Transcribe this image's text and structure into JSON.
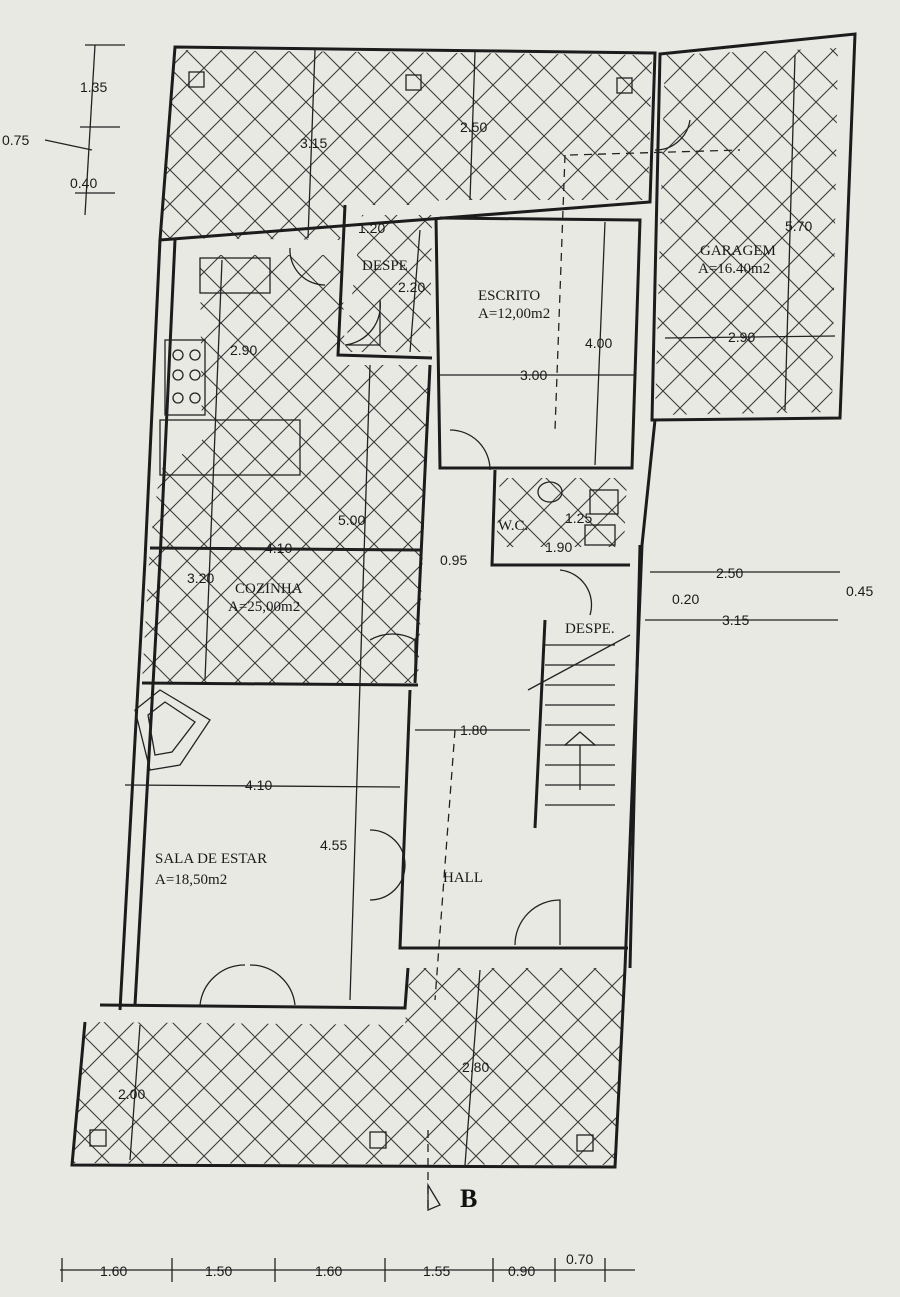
{
  "rooms": {
    "garagem": {
      "name": "GARAGEM",
      "area": "A=16.40m2"
    },
    "escritorio": {
      "name": "ESCRITO",
      "area": "A=12,00m2"
    },
    "cozinha": {
      "name": "COZINHA",
      "area": "A=25,00m2"
    },
    "sala": {
      "name": "SALA DE ESTAR",
      "area": "A=18,50m2"
    },
    "hall": {
      "name": "HALL"
    },
    "wc": {
      "name": "W.C."
    },
    "despensa1": {
      "name": "DESPE"
    },
    "despensa2": {
      "name": "DESPE."
    }
  },
  "dimensions": {
    "d135": "1.35",
    "d075": "0.75",
    "d040": "0.40",
    "d315_top": "3.15",
    "d250_top": "2.50",
    "d120": "1.20",
    "d220": "2.20",
    "d570": "5.70",
    "d290_garage": "2.90",
    "d290_kitchen": "2.90",
    "d400": "4.00",
    "d300": "3.00",
    "d500": "5.00",
    "d125": "1.25",
    "d190": "1.90",
    "d095": "0.95",
    "d410_kitchen": "4.10",
    "d320": "3.20",
    "d250_right": "2.50",
    "d045": "0.45",
    "d020": "0.20",
    "d315_right": "3.15",
    "d180": "1.80",
    "d410_sala": "4.10",
    "d455": "4.55",
    "d280": "2.80",
    "d200": "2.00",
    "b160a": "1.60",
    "b150": "1.50",
    "b160b": "1.60",
    "b155": "1.55",
    "b090": "0.90",
    "b070": "0.70"
  },
  "section_marker": "B",
  "colors": {
    "paper": "#e9e9e4",
    "ink": "#1c1c1c"
  }
}
